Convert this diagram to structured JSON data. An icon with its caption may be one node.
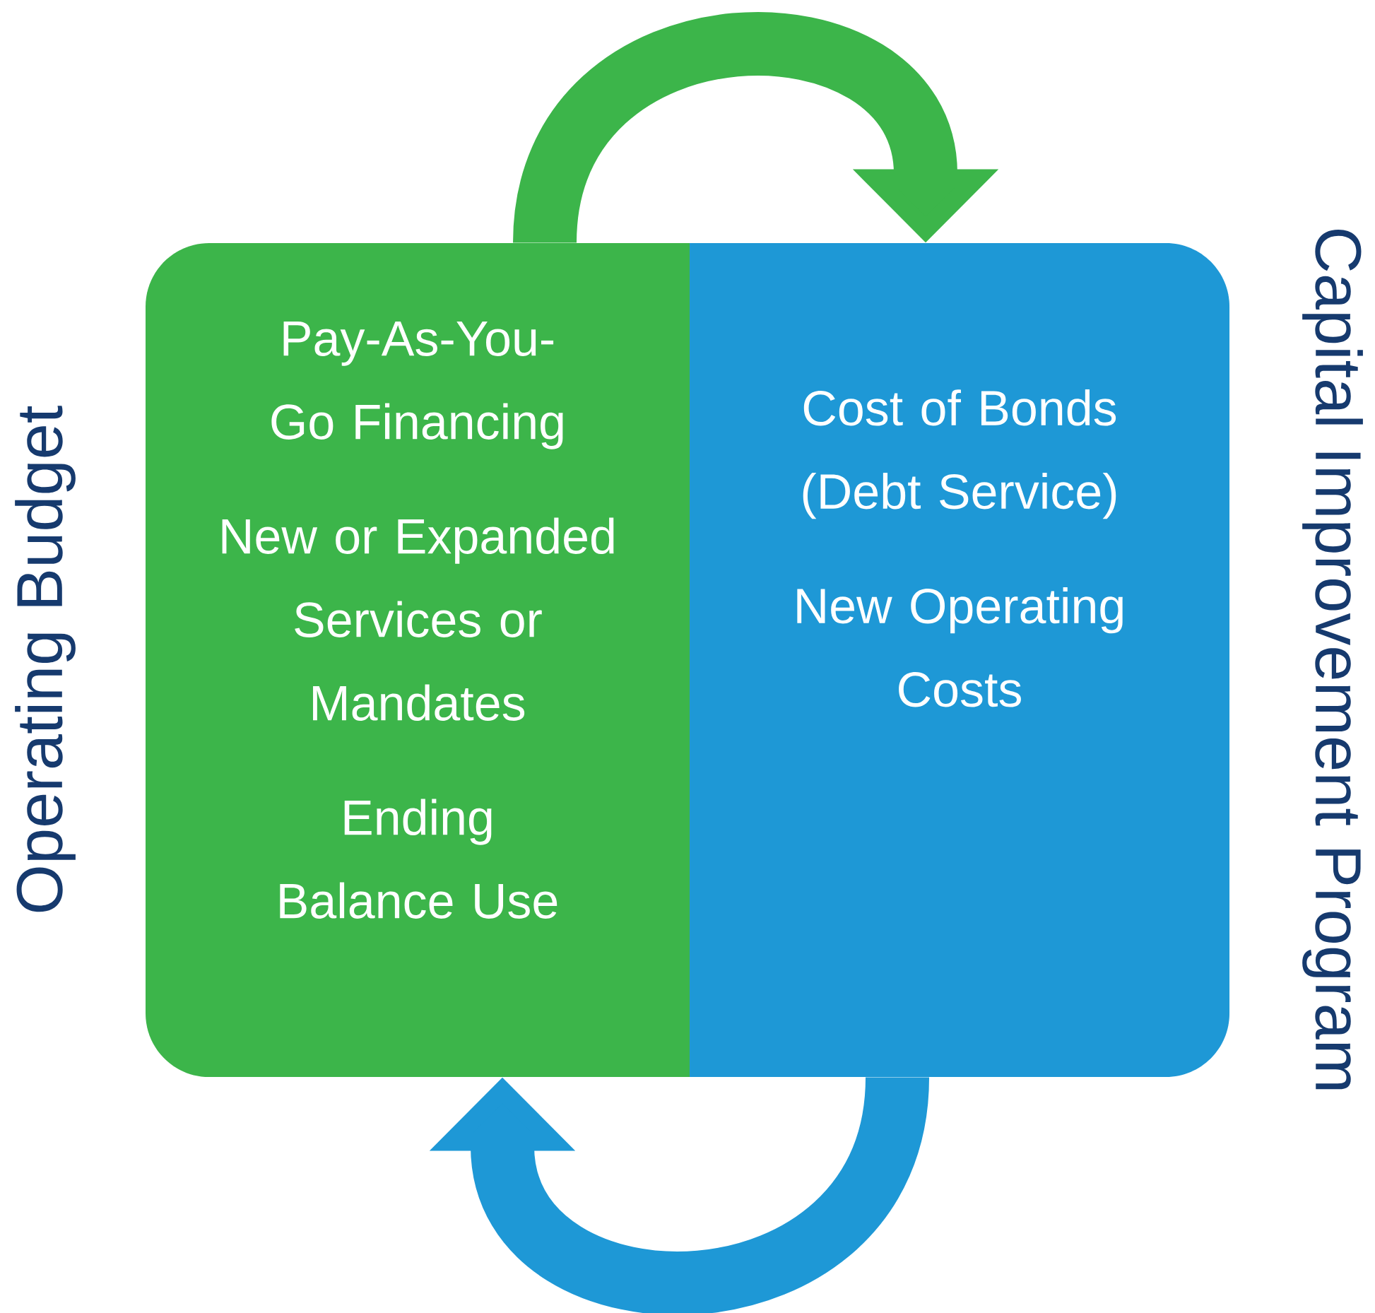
{
  "diagram": {
    "nodes": [
      {
        "text": [
          "Pay-As-You-Go Financing",
          "New or Expanded Services or Mandates",
          "Ending Balance Use"
        ],
        "beside": [
          "Operating Budget"
        ]
      },
      {
        "text": [
          "Cost of Bonds (Debt Service)",
          "New Operating Costs"
        ],
        "beside": [
          "Capital Improvement Program"
        ]
      }
    ],
    "edges": [
      {
        "from": 0,
        "to": 1,
        "arrow": "to",
        "color": "#3cb54a"
      },
      {
        "from": 1,
        "to": 0,
        "arrow": "to",
        "color": "#1e98d6"
      }
    ]
  }
}
